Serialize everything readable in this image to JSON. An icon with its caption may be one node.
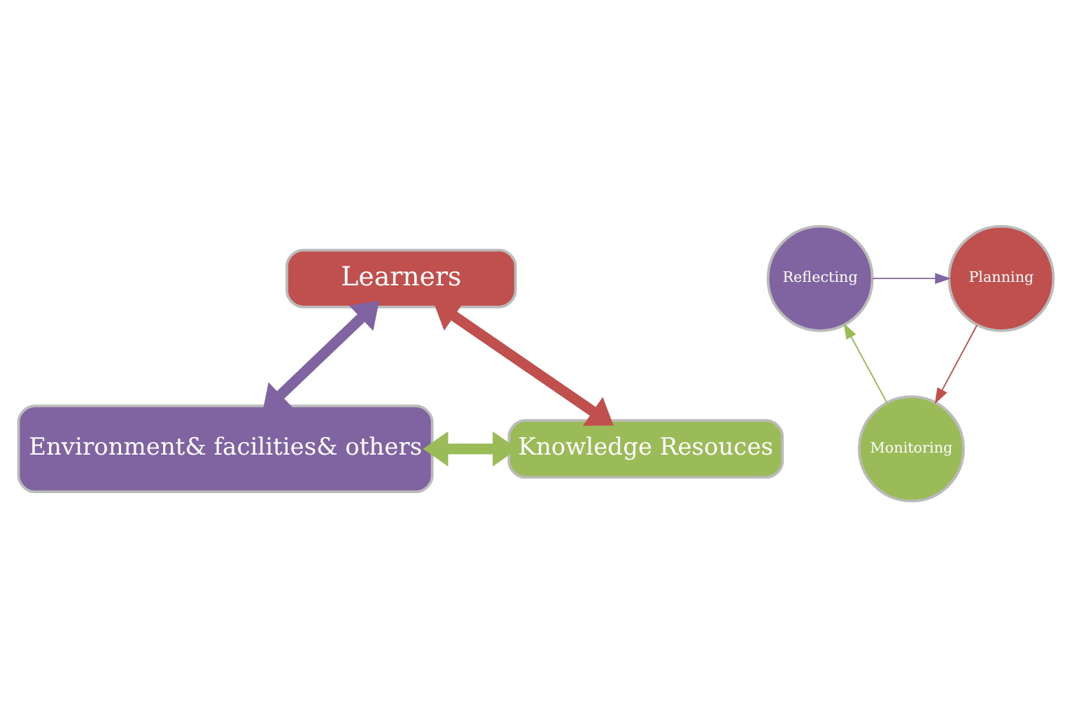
{
  "diagram": {
    "nodes": [
      {
        "text": [
          "Learners"
        ]
      },
      {
        "text": [
          "Reflecting"
        ]
      },
      {
        "text": [
          "Planning"
        ]
      },
      {
        "text": [
          "Monitoring"
        ]
      },
      {
        "text": [
          "Environment& facilities& others"
        ]
      },
      {
        "text": [
          "Knowledge Resouces"
        ]
      }
    ],
    "edges": [
      {
        "from": 0,
        "to": 4,
        "arrow": "both",
        "style": "thick",
        "color": "#8064a2"
      },
      {
        "from": 0,
        "to": 5,
        "arrow": "both",
        "style": "thick",
        "color": "#c0504d"
      },
      {
        "from": 4,
        "to": 5,
        "arrow": "both",
        "style": "thick",
        "color": "#9bbb59"
      },
      {
        "from": 1,
        "to": 2,
        "arrow": "to",
        "color": "#8064a2"
      },
      {
        "from": 2,
        "to": 3,
        "arrow": "to",
        "color": "#c0504d"
      },
      {
        "from": 3,
        "to": 1,
        "arrow": "to",
        "color": "#9bbb59"
      }
    ]
  }
}
